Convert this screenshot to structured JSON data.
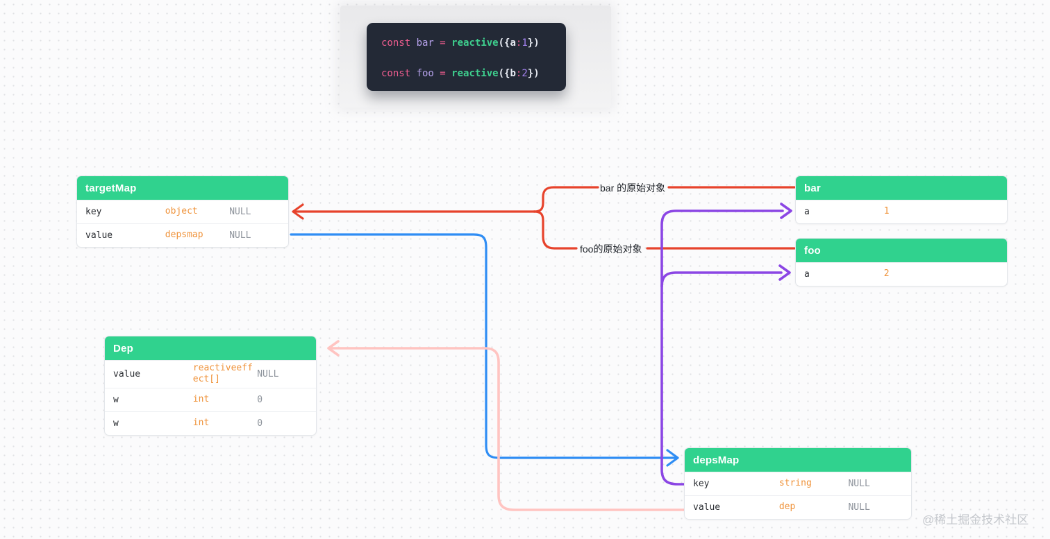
{
  "colors": {
    "header_green": "#30d28e",
    "type_orange": "#ef9239",
    "null_gray": "#8e949c",
    "arrow_red": "#e7432c",
    "arrow_blue": "#2f8df4",
    "arrow_purple": "#8b46e4",
    "arrow_pink": "#ffc4c1",
    "code_bg": "#232936"
  },
  "code": {
    "lines": [
      {
        "tokens": [
          {
            "text": "const ",
            "type": "kw"
          },
          {
            "text": "bar",
            "type": "var"
          },
          {
            "text": " = ",
            "type": "op"
          },
          {
            "text": "reactive",
            "type": "fn"
          },
          {
            "text": "({",
            "type": "pun"
          },
          {
            "text": "a",
            "type": "prop"
          },
          {
            "text": ":",
            "type": "op"
          },
          {
            "text": "1",
            "type": "num"
          },
          {
            "text": "})",
            "type": "pun"
          }
        ]
      },
      {
        "tokens": [
          {
            "text": "const ",
            "type": "kw"
          },
          {
            "text": "foo",
            "type": "var"
          },
          {
            "text": " = ",
            "type": "op"
          },
          {
            "text": "reactive",
            "type": "fn"
          },
          {
            "text": "({",
            "type": "pun"
          },
          {
            "text": "b",
            "type": "prop"
          },
          {
            "text": ":",
            "type": "op"
          },
          {
            "text": "2",
            "type": "num"
          },
          {
            "text": "})",
            "type": "pun"
          }
        ]
      }
    ]
  },
  "labels": {
    "bar_origin": "bar 的原始对象",
    "foo_origin": "foo的原始对象"
  },
  "tables": {
    "targetMap": {
      "title": "targetMap",
      "rows": [
        {
          "name": "key",
          "type": "object",
          "value": "NULL"
        },
        {
          "name": "value",
          "type": "depsmap",
          "value": "NULL"
        }
      ]
    },
    "dep": {
      "title": "Dep",
      "rows": [
        {
          "name": "value",
          "type": "reactiveeffect[]",
          "value": "NULL"
        },
        {
          "name": "w",
          "type": "int",
          "value": "0"
        },
        {
          "name": "w",
          "type": "int",
          "value": "0"
        }
      ]
    },
    "depsMap": {
      "title": "depsMap",
      "rows": [
        {
          "name": "key",
          "type": "string",
          "value": "NULL"
        },
        {
          "name": "value",
          "type": "dep",
          "value": "NULL"
        }
      ]
    },
    "bar": {
      "title": "bar",
      "rows": [
        {
          "name": "a",
          "value": "1"
        }
      ]
    },
    "foo": {
      "title": "foo",
      "rows": [
        {
          "name": "a",
          "value": "2"
        }
      ]
    }
  },
  "watermark": "@稀土掘金技术社区"
}
